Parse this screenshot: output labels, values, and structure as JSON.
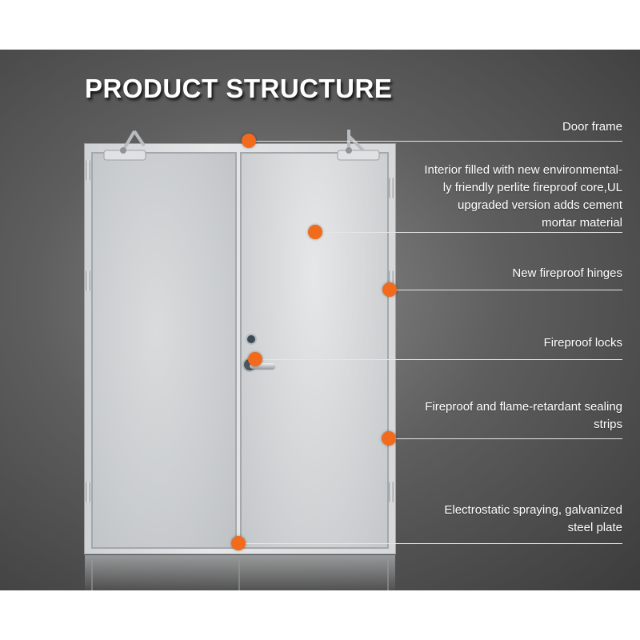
{
  "title": "PRODUCT STRUCTURE",
  "colors": {
    "accent_dot": "#f26a1b",
    "background": "#5e5e5e",
    "text": "#ffffff",
    "door": "#d6d8d9"
  },
  "callouts": [
    {
      "name": "door-frame",
      "lines": [
        "Door frame"
      ]
    },
    {
      "name": "core",
      "lines": [
        "Interior filled with new environmental-",
        "ly friendly perlite fireproof core,UL",
        "upgraded version adds cement",
        "mortar material"
      ]
    },
    {
      "name": "hinges",
      "lines": [
        "New fireproof hinges"
      ]
    },
    {
      "name": "locks",
      "lines": [
        "Fireproof locks"
      ]
    },
    {
      "name": "sealing-strips",
      "lines": [
        "Fireproof and flame-retardant sealing",
        "strips"
      ]
    },
    {
      "name": "steel-plate",
      "lines": [
        "Electrostatic spraying, galvanized",
        "steel plate"
      ]
    }
  ]
}
